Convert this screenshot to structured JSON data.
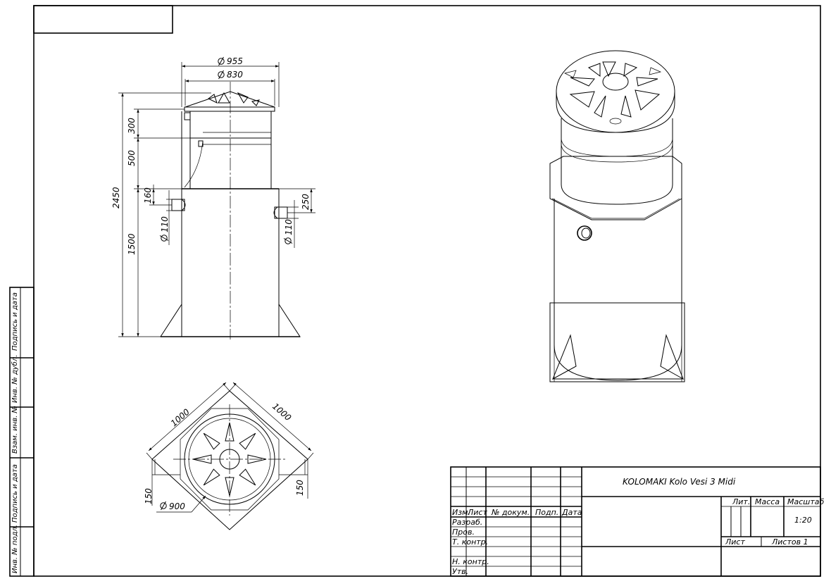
{
  "drawing": {
    "title": "KOLOMAKI Kolo Vesi 3 Midi",
    "scale": "1:20",
    "front_view": {
      "dims": {
        "d955": "955",
        "d830": "830",
        "h2450": "2450",
        "h300": "300",
        "h500": "500",
        "h160": "160",
        "h1500": "1500",
        "h250": "250",
        "pipe_left": "110",
        "pipe_right": "110"
      }
    },
    "top_view": {
      "dims": {
        "w1000a": "1000",
        "w1000b": "1000",
        "d900": "900",
        "o150a": "150",
        "o150b": "150"
      }
    }
  },
  "symbols": {
    "diameter": "diameter-sign-icon"
  },
  "side_stamp": [
    "Подпись и дата",
    "Инв. № дубл.",
    "Взам. инв. №",
    "Подпись и дата",
    "Инв. № подл."
  ],
  "title_block": {
    "col_izm": "Изм.",
    "col_list": "Лист",
    "col_docnum": "№ докум.",
    "col_sign": "Подп.",
    "col_date": "Дата",
    "row_razrab": "Разраб.",
    "row_prov": "Пров.",
    "row_tkontr": "Т. контр.",
    "row_nkontr": "Н. контр.",
    "row_utv": "Утв.",
    "lit": "Лит.",
    "massa": "Масса",
    "masshtab": "Масштаб",
    "list": "Лист",
    "listov": "Листов 1"
  }
}
